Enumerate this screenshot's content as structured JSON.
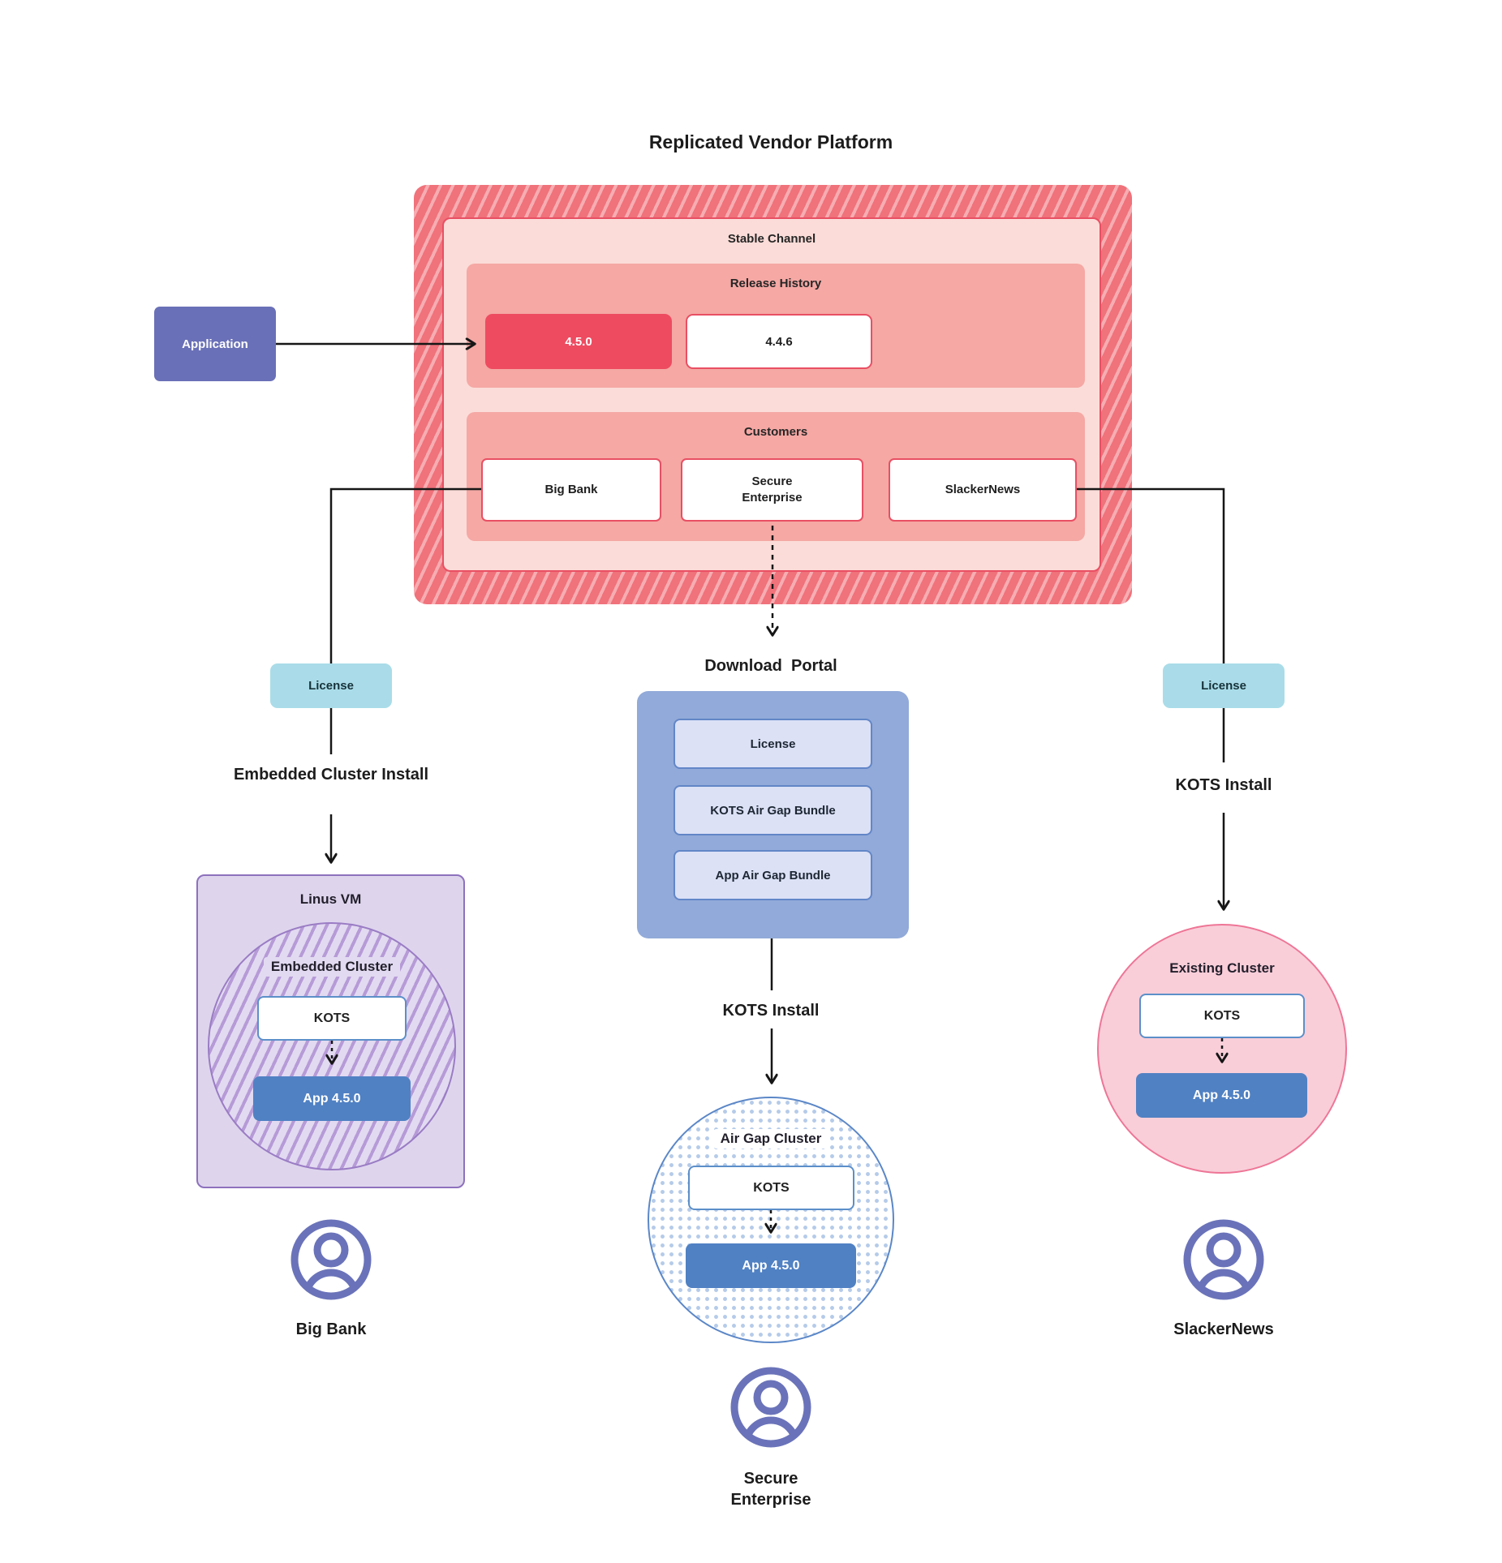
{
  "title": "Replicated Vendor Platform",
  "colors": {
    "red_accent": "#e94f63",
    "release_highlight": "#ee4b60",
    "hatch_red": "#f0727b",
    "salmon_panel": "#f5a8a4",
    "pink_panel": "#fbdcd8",
    "application_purple": "#6a70b7",
    "license_teal": "#a9dce8",
    "portal_blue": "#92aad9",
    "portal_item_fill": "#dce1f6",
    "kots_border_blue": "#5c8fc9",
    "app_button_blue": "#5081c3",
    "vm_purple_fill": "#ded5ed",
    "vm_purple_border": "#8d71bd",
    "airgap_border_blue": "#5b87c7",
    "existing_pink_fill": "#f9ced9",
    "existing_pink_border": "#ee7596",
    "persona_indigo": "#6a73b9"
  },
  "application_label": "Application",
  "platform": {
    "stable_channel_label": "Stable Channel",
    "release_history": {
      "label": "Release History",
      "releases": [
        {
          "version": "4.5.0"
        },
        {
          "version": "4.4.6"
        }
      ]
    },
    "customers": {
      "label": "Customers",
      "items": [
        {
          "name": "Big Bank"
        },
        {
          "name": "Secure Enterprise"
        },
        {
          "name": "SlackerNews"
        }
      ]
    }
  },
  "download_portal": {
    "label": "Download  Portal",
    "items": [
      {
        "name": "License"
      },
      {
        "name": "KOTS Air Gap Bundle"
      },
      {
        "name": "App Air Gap Bundle"
      }
    ]
  },
  "left_branch": {
    "license_label": "License",
    "install_label": "Embedded Cluster Install",
    "vm_label": "Linus VM",
    "cluster_label": "Embedded Cluster",
    "kots_label": "KOTS",
    "app_label": "App 4.5.0",
    "persona": "Big Bank"
  },
  "middle_branch": {
    "install_label": "KOTS Install",
    "cluster_label": "Air Gap Cluster",
    "kots_label": "KOTS",
    "app_label": "App 4.5.0",
    "persona": "Secure Enterprise"
  },
  "right_branch": {
    "license_label": "License",
    "install_label": "KOTS Install",
    "cluster_label": "Existing Cluster",
    "kots_label": "KOTS",
    "app_label": "App 4.5.0",
    "persona": "SlackerNews"
  }
}
